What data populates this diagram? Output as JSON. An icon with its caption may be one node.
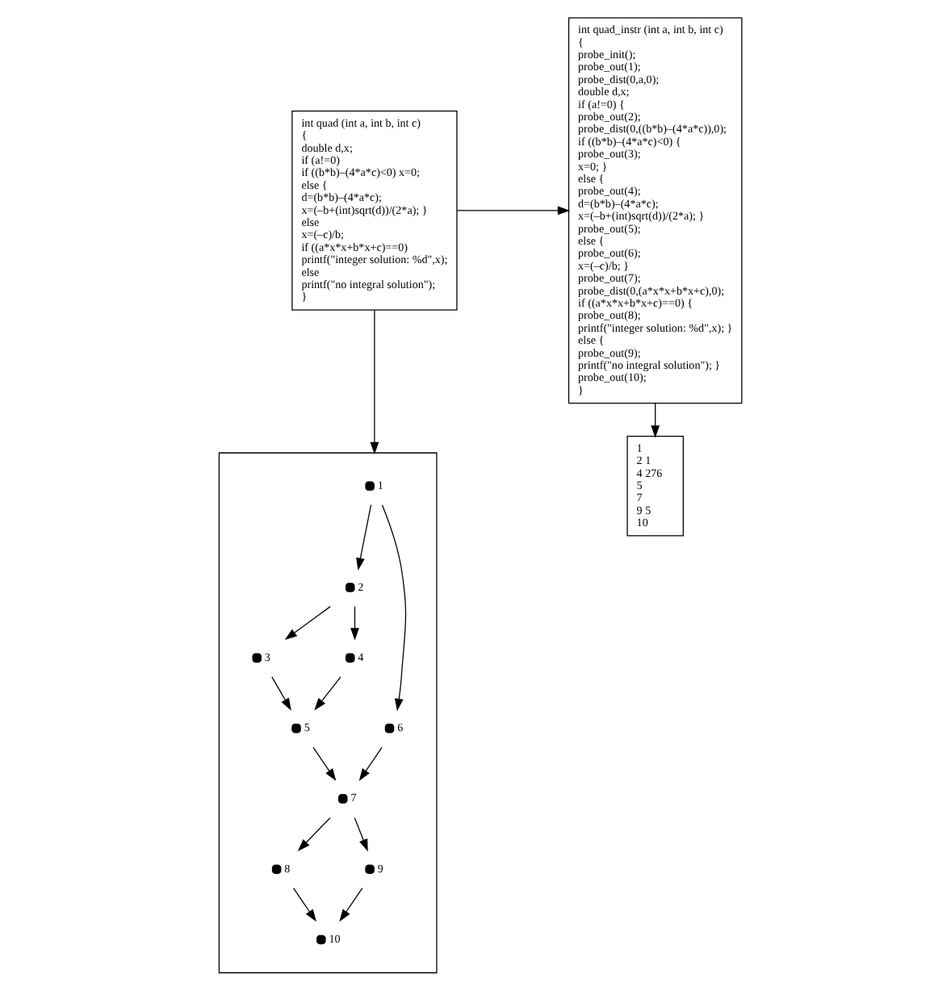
{
  "diagram": {
    "nodes": [
      {
        "text": [
          "int quad (int a, int b, int c)",
          "{",
          "double d,x;",
          "if (a!=0)",
          "if ((b*b)–(4*a*c)<0) x=0;",
          "else {",
          "d=(b*b)–(4*a*c);",
          "x=(–b+(int)sqrt(d))/(2*a); }",
          "else",
          "x=(–c)/b;",
          "if ((a*x*x+b*x+c)==0)",
          "printf(\"integer solution: %d\",x);",
          "else",
          "printf(\"no integral solution\");",
          "}"
        ]
      },
      {
        "text": [],
        "shape": "box"
      },
      {
        "text": [],
        "shape": "circle",
        "beside": [
          "1"
        ],
        "in": 1
      },
      {
        "text": [],
        "shape": "circle",
        "beside": [
          "2"
        ],
        "in": 1
      },
      {
        "text": [],
        "shape": "circle",
        "beside": [
          "6"
        ],
        "in": 1
      },
      {
        "text": [],
        "shape": "circle",
        "beside": [
          "3"
        ],
        "in": 1
      },
      {
        "text": [],
        "shape": "circle",
        "beside": [
          "4"
        ],
        "in": 1
      },
      {
        "text": [],
        "shape": "circle",
        "beside": [
          "5"
        ],
        "in": 1
      },
      {
        "text": [],
        "shape": "circle",
        "beside": [
          "7"
        ],
        "in": 1
      },
      {
        "text": [],
        "shape": "circle",
        "beside": [
          "8"
        ],
        "in": 1
      },
      {
        "text": [],
        "shape": "circle",
        "beside": [
          "9"
        ],
        "in": 1
      },
      {
        "text": [],
        "shape": "circle",
        "beside": [
          "10"
        ],
        "in": 1
      },
      {
        "text": [
          "int quad_instr (int a, int b, int c)",
          "{",
          "probe_init();",
          "probe_out(1);",
          "probe_dist(0,a,0);",
          "double d,x;",
          "if (a!=0) {",
          "probe_out(2);",
          "probe_dist(0,((b*b)–(4*a*c)),0);",
          "if ((b*b)–(4*a*c)<0) {",
          "probe_out(3);",
          "x=0; }",
          "else {",
          "probe_out(4);",
          "d=(b*b)–(4*a*c);",
          "x=(–b+(int)sqrt(d))/(2*a); }",
          "probe_out(5);",
          "else {",
          "probe_out(6);",
          "x=(–c)/b; }",
          "probe_out(7);",
          "probe_dist(0,(a*x*x+b*x+c),0);",
          "if ((a*x*x+b*x+c)==0) {",
          "probe_out(8);",
          "printf(\"integer solution: %d\",x); }",
          "else {",
          "probe_out(9);",
          "printf(\"no integral solution\"); }",
          "probe_out(10);",
          "}"
        ]
      },
      {
        "text": [
          "1",
          "2 1",
          "4 276",
          "5",
          "7",
          "9 5",
          "10"
        ]
      }
    ],
    "edges": [
      {
        "from": 0,
        "to": 12,
        "arrow": "to"
      },
      {
        "from": 0,
        "to": 1,
        "arrow": "to"
      },
      {
        "from": 12,
        "to": 13,
        "arrow": "to"
      },
      {
        "from": 2,
        "to": 3,
        "arrow": "to"
      },
      {
        "from": 2,
        "to": 4,
        "arrow": "to"
      },
      {
        "from": 3,
        "to": 5,
        "arrow": "to"
      },
      {
        "from": 3,
        "to": 6,
        "arrow": "to"
      },
      {
        "from": 5,
        "to": 7,
        "arrow": "to"
      },
      {
        "from": 6,
        "to": 7,
        "arrow": "to"
      },
      {
        "from": 4,
        "to": 8,
        "arrow": "to"
      },
      {
        "from": 7,
        "to": 8,
        "arrow": "to"
      },
      {
        "from": 8,
        "to": 9,
        "arrow": "to"
      },
      {
        "from": 8,
        "to": 10,
        "arrow": "to"
      },
      {
        "from": 9,
        "to": 11,
        "arrow": "to"
      },
      {
        "from": 10,
        "to": 11,
        "arrow": "to"
      }
    ]
  }
}
